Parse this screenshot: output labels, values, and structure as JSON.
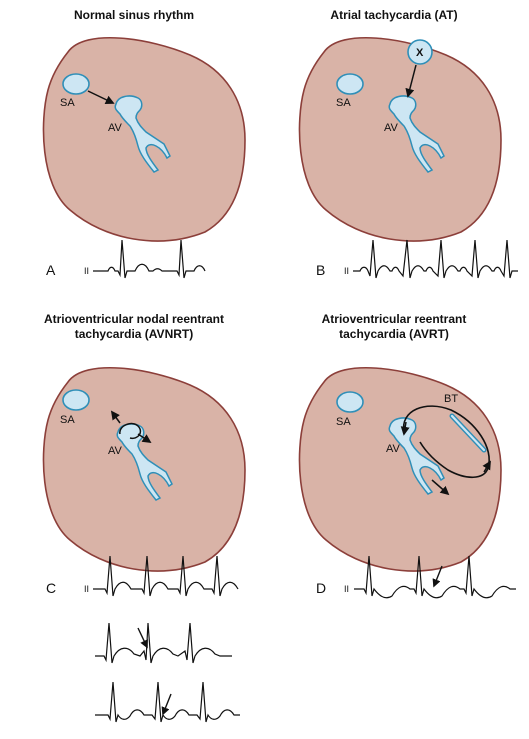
{
  "colors": {
    "heart_fill": "#d9b3a7",
    "heart_stroke": "#8c3f3a",
    "node_fill": "#cde6f3",
    "node_stroke": "#2f8fb8",
    "line": "#111111"
  },
  "panels": {
    "a": {
      "title": "Normal sinus rhythm",
      "letter": "A",
      "sa_label": "SA",
      "av_label": "AV",
      "lead_label": "II"
    },
    "b": {
      "title": "Atrial tachycardia (AT)",
      "letter": "B",
      "sa_label": "SA",
      "av_label": "AV",
      "focus_label": "X",
      "lead_label": "II"
    },
    "c": {
      "title_line1": "Atrioventricular nodal reentrant",
      "title_line2": "tachycardia (AVNRT)",
      "letter": "C",
      "sa_label": "SA",
      "av_label": "AV",
      "lead_label": "II"
    },
    "d": {
      "title_line1": "Atrioventricular reentrant",
      "title_line2": "tachycardia (AVRT)",
      "letter": "D",
      "sa_label": "SA",
      "av_label": "AV",
      "bt_label": "BT",
      "lead_label": "II"
    }
  }
}
